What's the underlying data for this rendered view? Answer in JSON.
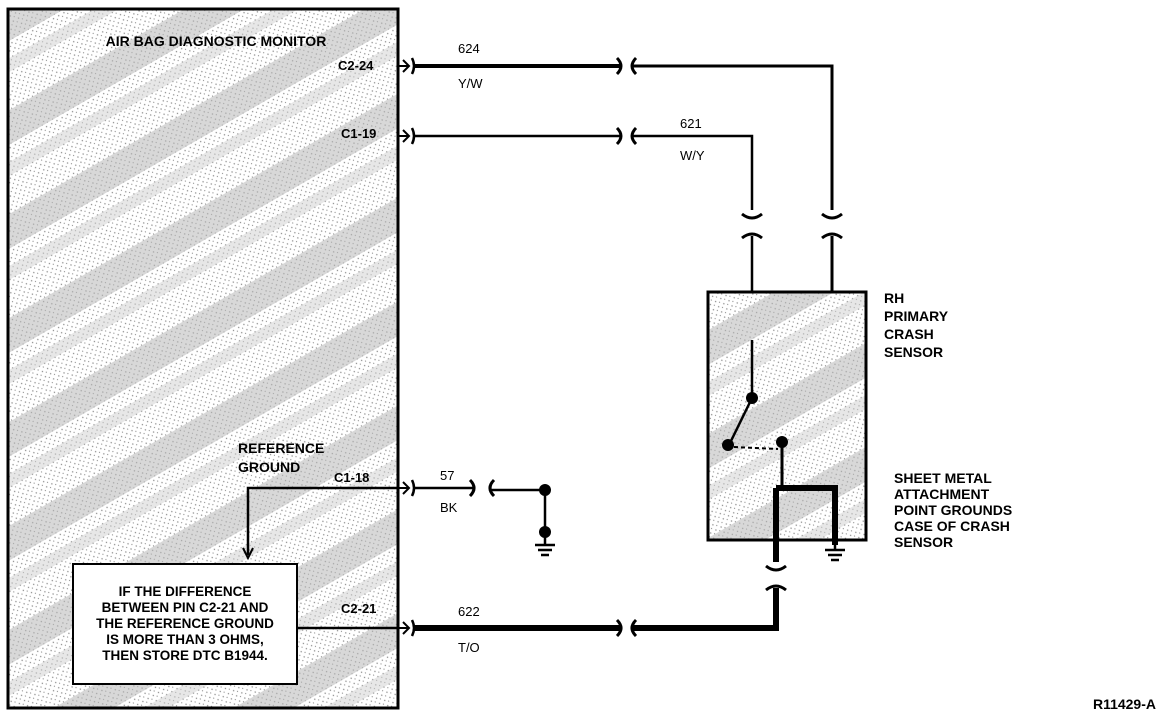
{
  "module": {
    "title": "AIR BAG DIAGNOSTIC MONITOR",
    "reference_ground_line1": "REFERENCE",
    "reference_ground_line2": "GROUND",
    "note_lines": [
      "IF THE DIFFERENCE",
      "BETWEEN PIN C2-21 AND",
      "THE REFERENCE GROUND",
      "IS MORE THAN 3 OHMS,",
      "THEN STORE DTC B1944."
    ]
  },
  "pins": {
    "c2_24": "C2-24",
    "c1_19": "C1-19",
    "c1_18": "C1-18",
    "c2_21": "C2-21"
  },
  "wires": {
    "w624": {
      "circuit": "624",
      "color": "Y/W"
    },
    "w621": {
      "circuit": "621",
      "color": "W/Y"
    },
    "w57": {
      "circuit": "57",
      "color": "BK"
    },
    "w622": {
      "circuit": "622",
      "color": "T/O"
    }
  },
  "sensor": {
    "label_lines": [
      "RH",
      "PRIMARY",
      "CRASH",
      "SENSOR"
    ]
  },
  "sheet_metal_note": [
    "SHEET METAL",
    "ATTACHMENT",
    "POINT GROUNDS",
    "CASE OF CRASH",
    "SENSOR"
  ],
  "figure_id": "R11429-A",
  "colors": {
    "line": "#000000",
    "shading": "#9a9a9a",
    "background": "#ffffff"
  }
}
